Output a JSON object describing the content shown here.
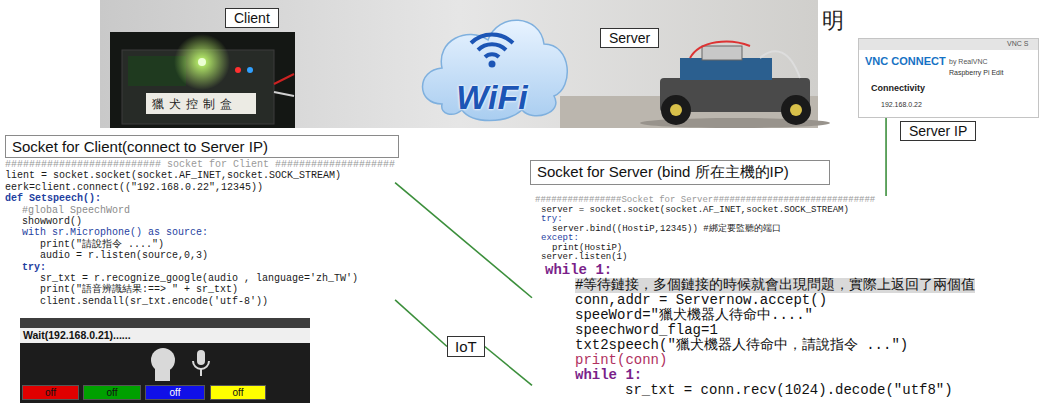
{
  "diagram": {
    "nodes": [
      {
        "text": [
          "Client"
        ]
      },
      {
        "text": [
          "WiFi"
        ]
      },
      {
        "text": [
          "Server"
        ]
      },
      {
        "text": [
          "VNC S",
          "VNC CONNECT",
          "by RealVNC",
          "Raspberry Pi Edit",
          "Connectivity",
          "192.168.0.22"
        ]
      },
      {
        "text": [
          "Server IP"
        ]
      },
      {
        "text": [
          "Socket for Client(connect to Server IP)"
        ]
      },
      {
        "text": [
          "########################## socket for Client ####################",
          "lient = socket.socket(socket.AF_INET,socket.SOCK_STREAM)",
          "eerk=client.connect((\"192.168.0.22\",12345))",
          "def Setspeech():",
          "#global SpeechWord",
          "showword()",
          "with sr.Microphone() as source:",
          "print(\"請說指令 ....\")",
          "audio = r.listen(source,0,3)",
          "try:",
          "sr_txt = r.recognize_google(audio , language='zh_TW')",
          "print(\"語音辨識結果:==> \" + sr_txt)",
          "client.sendall(sr_txt.encode('utf-8'))"
        ]
      },
      {
        "text": [
          "Socket for Server (bind 所在主機的IP)"
        ]
      },
      {
        "text": [
          "################Socket for Server##############################",
          "server = socket.socket(socket.AF_INET,socket.SOCK_STREAM)",
          "try:",
          "server.bind((HostiP,12345)) #綁定要監聽的端口",
          "except:",
          "print(HostiP)",
          "server.listen(1)",
          "while 1:",
          "#等待鏈接，多個鏈接的時候就會出現問題，實際上返回了兩個值",
          "conn,addr = Servernow.accept()",
          "speeWord=\"獵犬機器人待命中....\"",
          "speechword_flag=1",
          "txt2speech(\"獵犬機器人待命中，請說指令 ...\")",
          "print(conn)",
          "while 1:",
          "sr_txt = conn.recv(1024).decode(\"utf8\")"
        ]
      },
      {
        "text": [
          "IoT"
        ]
      },
      {
        "text": [
          "Wait(192.168.0.21)......"
        ]
      },
      {
        "text": [
          "off"
        ],
        "in": 10
      },
      {
        "text": [
          "off"
        ],
        "in": 10
      },
      {
        "text": [
          "off"
        ],
        "in": 10
      },
      {
        "text": [
          "off"
        ],
        "in": 10
      }
    ],
    "edges": [
      {
        "from": 3,
        "to": 8,
        "arrow": "none"
      },
      {
        "from": 6,
        "to": 8,
        "arrow": "none"
      },
      {
        "from": 6,
        "to": 9,
        "arrow": "none"
      },
      {
        "from": 9,
        "to": 8,
        "arrow": "none"
      }
    ],
    "labels": [
      "明",
      "獵犬控制盒"
    ]
  }
}
